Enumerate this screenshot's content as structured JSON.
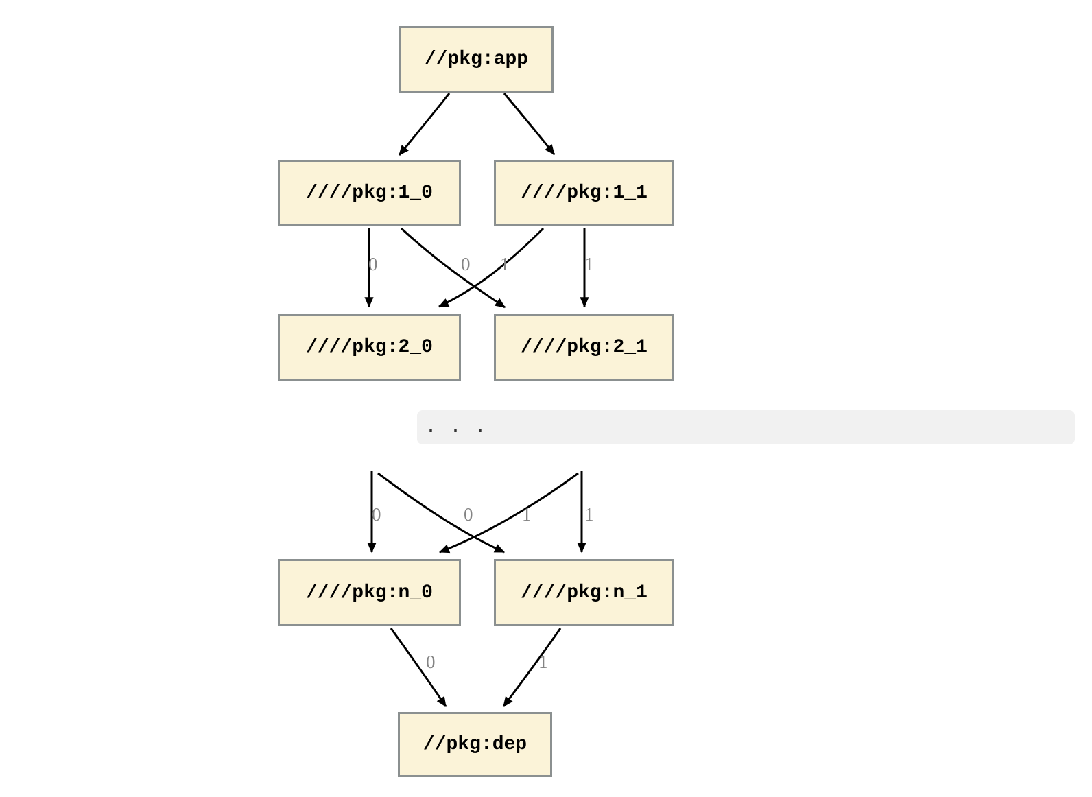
{
  "colors": {
    "page_bg": "#ffffff",
    "node_fill": "#FBF3D8",
    "node_border": "#8B9090",
    "node_text": "#000000",
    "edge": "#000000",
    "edge_label": "#848484",
    "band_bg": "#F1F1F1"
  },
  "nodes": [
    {
      "id": "app",
      "label": "//pkg:app"
    },
    {
      "id": "1_0",
      "label": "////pkg:1_0"
    },
    {
      "id": "1_1",
      "label": "////pkg:1_1"
    },
    {
      "id": "2_0",
      "label": "////pkg:2_0"
    },
    {
      "id": "2_1",
      "label": "////pkg:2_1"
    },
    {
      "id": "n_0",
      "label": "////pkg:n_0"
    },
    {
      "id": "n_1",
      "label": "////pkg:n_1"
    },
    {
      "id": "dep",
      "label": "//pkg:dep"
    }
  ],
  "edge_labels": {
    "upper": [
      "0",
      "0",
      "1",
      "1"
    ],
    "lower_top": [
      "0",
      "0",
      "1",
      "1"
    ],
    "lower_bottom": [
      "0",
      "1"
    ]
  },
  "separator": {
    "text": ". . ."
  }
}
